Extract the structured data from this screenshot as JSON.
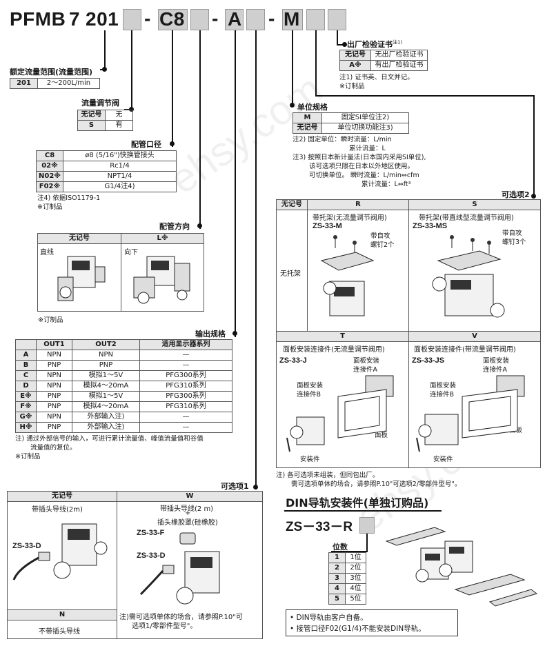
{
  "code": {
    "prefix": "PFMB",
    "n1": "7",
    "n2": "201",
    "c8": "C8",
    "a": "A",
    "m": "M",
    "dash": "-"
  },
  "cert": {
    "title": "出厂检验证书",
    "note_mark": "注1)",
    "rows": [
      [
        "无记号",
        "无出厂检验证书"
      ],
      [
        "A※",
        "有出厂检验证书"
      ]
    ],
    "notes": [
      "注1) 证书英、日文并记。",
      "※订制品"
    ]
  },
  "range": {
    "title": "额定流量范围(流量范围)",
    "rows": [
      [
        "201",
        "2～200L/min"
      ]
    ]
  },
  "valve": {
    "title": "流量调节阀",
    "rows": [
      [
        "无记号",
        "无"
      ],
      [
        "S",
        "有"
      ]
    ]
  },
  "port": {
    "title": "配管口径",
    "rows": [
      [
        "C8",
        "ø8 (5/16\")快换管接头"
      ],
      [
        "02※",
        "Rc1/4"
      ],
      [
        "N02※",
        "NPT1/4"
      ],
      [
        "F02※",
        "G1/4注4)"
      ]
    ],
    "notes": [
      "注4) 依据ISO1179-1",
      "※订制品"
    ]
  },
  "direction": {
    "title": "配管方向",
    "col1": "无记号",
    "col2": "L※",
    "label1": "直线",
    "label2": "向下",
    "note": "※订制品"
  },
  "unit": {
    "title": "单位规格",
    "rows": [
      [
        "M",
        "固定SI单位注2)"
      ],
      [
        "无记号",
        "单位切换功能注3)"
      ]
    ],
    "notes": [
      "注2) 固定单位：瞬时流量：L/min",
      "累计流量：L",
      "注3) 按照日本新计量法(日本国内采用SI单位),",
      "该可选项只限在日本以外地区使用。",
      "可切换单位。    瞬时流量：L/min⇔cfm",
      "累计流量：L⇔ft³"
    ]
  },
  "output": {
    "title": "输出规格",
    "headers": [
      "",
      "OUT1",
      "OUT2",
      "适用显示器系列"
    ],
    "rows": [
      [
        "A",
        "NPN",
        "NPN",
        "—"
      ],
      [
        "B",
        "PNP",
        "PNP",
        "—"
      ],
      [
        "C",
        "NPN",
        "模拟1～5V",
        "PFG300系列"
      ],
      [
        "D",
        "NPN",
        "模拟4～20mA",
        "PFG310系列"
      ],
      [
        "E※",
        "PNP",
        "模拟1～5V",
        "PFG300系列"
      ],
      [
        "F※",
        "PNP",
        "模拟4～20mA",
        "PFG310系列"
      ],
      [
        "G※",
        "NPN",
        "外部输入注)",
        "—"
      ],
      [
        "H※",
        "PNP",
        "外部输入注)",
        "—"
      ]
    ],
    "notes": [
      "注) 通过外部信号的输入，可进行累计流量值、峰值流量值和谷值",
      "流量值的复位。",
      "※订制品"
    ]
  },
  "opt2": {
    "title": "可选项2",
    "col0": "无记号",
    "colR": "R",
    "colS": "S",
    "row_label": "无托架",
    "r_desc": "带托架(无流量调节阀用)",
    "r_model": "ZS-33-M",
    "s_desc": "带托架(带直线型流量调节阀用)",
    "s_model": "ZS-33-MS",
    "screw2": [
      "带自攻",
      "螺钉2个"
    ],
    "screw3": [
      "带自攻",
      "螺钉3个"
    ],
    "colT": "T",
    "colV": "V",
    "t_desc": "面板安装连接件(无流量调节阀用)",
    "t_model": "ZS-33-J",
    "v_desc": "面板安装连接件(带流量调节阀用)",
    "v_model": "ZS-33-JS",
    "bracketA": [
      "面板安装",
      "连接件A"
    ],
    "bracketB": [
      "面板安装",
      "连接件B"
    ],
    "panel": "面板",
    "fitting": "安装件",
    "notes": [
      "注) 各可选项未组装，但同包出厂。",
      "需可选项单体的场合，请参照P.10\"可选项2/零部件型号\"。"
    ]
  },
  "opt1": {
    "title": "可选项1",
    "col1": "无记号",
    "col2": "W",
    "l1": "带插头导线(2m)",
    "model_d": "ZS-33-D",
    "w1": "带插头导线(2 m)",
    "plus": "+",
    "w2": "插头橡胶罩(硅橡胶)",
    "model_f": "ZS-33-F",
    "colN": "N",
    "n_desc": "不带插头导线",
    "notes": [
      "注)需可选项单体的场合，请参照P.10\"可",
      "选项1/零部件型号\"。"
    ]
  },
  "din": {
    "title": "DIN导轨安装件(单独订购品)",
    "code": "ZS－33－R",
    "pos_title": "位数",
    "rows": [
      [
        "1",
        "1位"
      ],
      [
        "2",
        "2位"
      ],
      [
        "3",
        "3位"
      ],
      [
        "4",
        "4位"
      ],
      [
        "5",
        "5位"
      ]
    ],
    "bullets": [
      "• DIN导轨由客户自备。",
      "• 接管口径F02(G1/4)不能安装DIN导轨。"
    ]
  },
  "watermark": "ehsy.com"
}
